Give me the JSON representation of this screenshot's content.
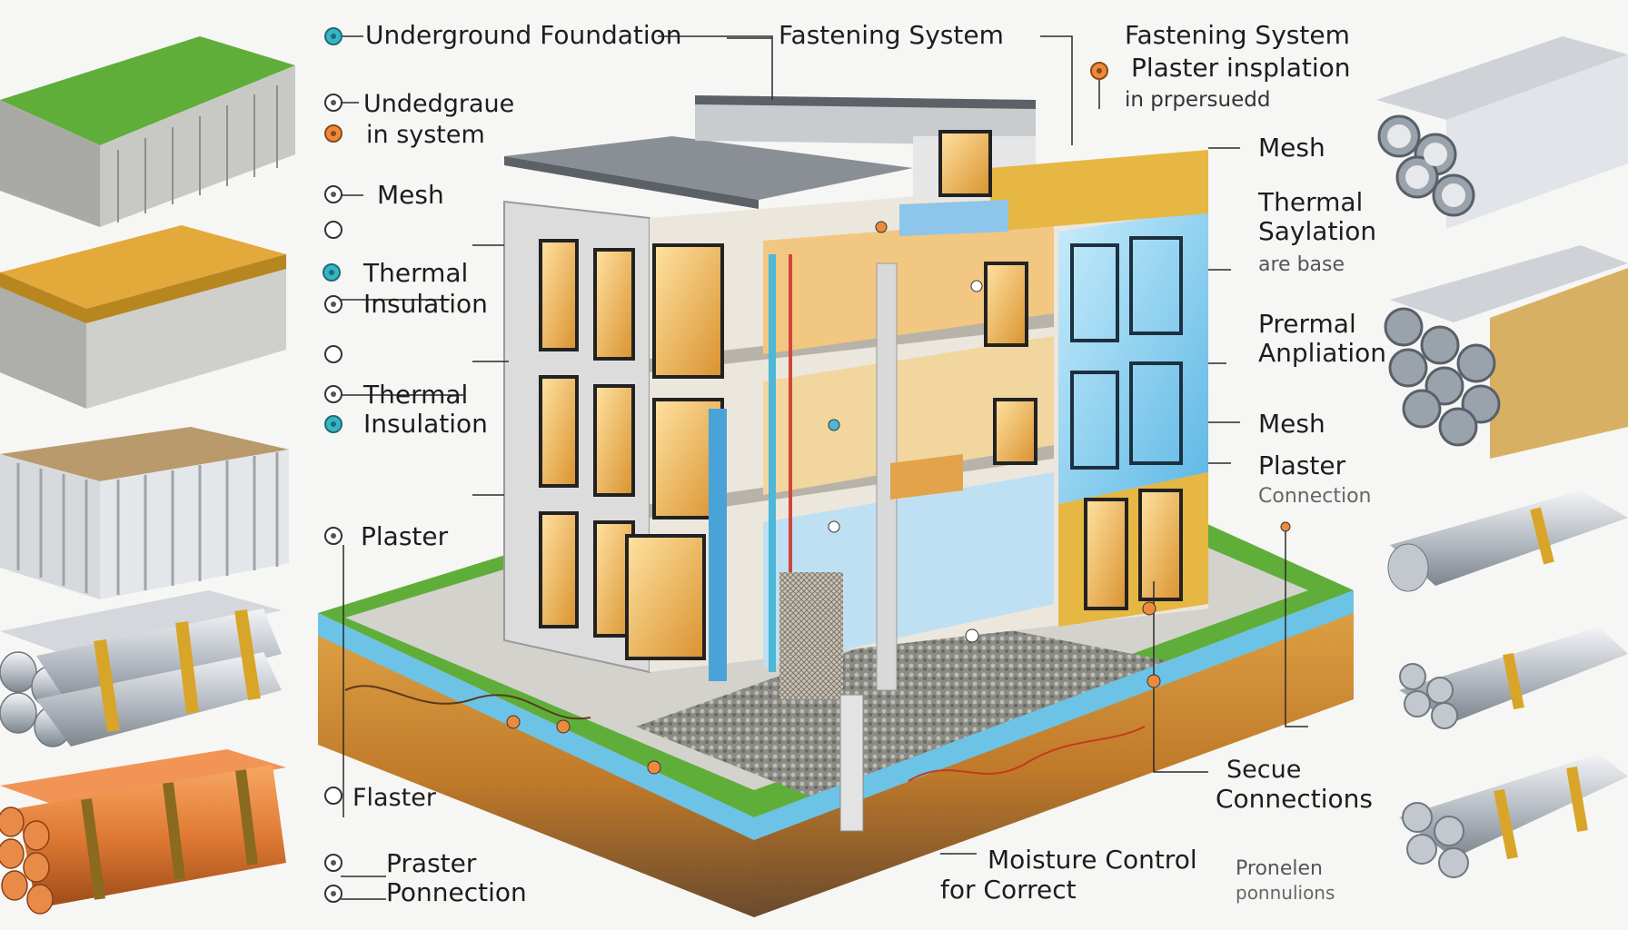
{
  "labels_left": {
    "underground_foundation": "Underground Foundation",
    "undedgraue": "Undedgraue",
    "in_system": "in system",
    "mesh": "Mesh",
    "thermal_1": "Thermal",
    "insulation_1": "Insulation",
    "thermal_2": "Thermal",
    "insulation_2": "Insulation",
    "plaster": "Plaster",
    "flaster": "Flaster",
    "praster": "Praster",
    "ponnection": "Ponnection"
  },
  "labels_top": {
    "fastening_system_1": "Fastening System",
    "fastening_system_2": "Fastening System",
    "plaster_insplation": "Plaster insplation",
    "in_prpersued": "in prpersuedd"
  },
  "labels_right": {
    "mesh_1": "Mesh",
    "thermal": "Thermal",
    "saylation": "Saylation",
    "are_base": "are base",
    "prermal": "Prermal",
    "anpliation": "Anpliation",
    "mesh_2": "Mesh",
    "plaster": "Plaster",
    "connection": "Connection",
    "secue": "Secue",
    "connections": "Connections"
  },
  "labels_bottom": {
    "moisture_control": "Moisture Control",
    "for_correct": "for Correct",
    "pronelen": "Pronelen",
    "ponnulions": "ponnulions"
  },
  "colors": {
    "grass": "#5fae3a",
    "soil": "#c9862e",
    "water": "#6cc3e6",
    "insulation_blue": "#8fd0f2",
    "insulation_yellow": "#e6b742",
    "panel_gray": "#d9d9d9",
    "window_warm": "#f5c36b",
    "pipe_silver": "#c9cdd2",
    "strap_gold": "#d8a528",
    "copper": "#e07a35"
  }
}
